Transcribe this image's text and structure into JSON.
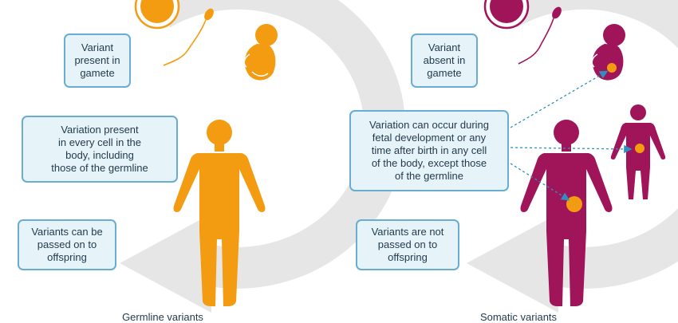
{
  "colors": {
    "germline": "#f39c12",
    "somatic": "#a0145a",
    "arrow": "#e6e6e6",
    "box_bg": "#e6f3f8",
    "box_border": "#6aadd0",
    "connector": "#2f8fc4"
  },
  "germline": {
    "gamete_label": "Variant\npresent in\ngamete",
    "every_cell_label": "Variation present\nin every cell in the\nbody, including\nthose of the germline",
    "passed_label": "Variants can be\npassed on to\noffspring",
    "caption": "Germline variants"
  },
  "somatic": {
    "gamete_label": "Variant\nabsent in\ngamete",
    "development_label": "Variation can occur during\nfetal development or any\ntime after birth in any cell\nof the body, except those\nof the germline",
    "passed_label": "Variants are not\npassed on to\noffspring",
    "caption": "Somatic variants"
  }
}
